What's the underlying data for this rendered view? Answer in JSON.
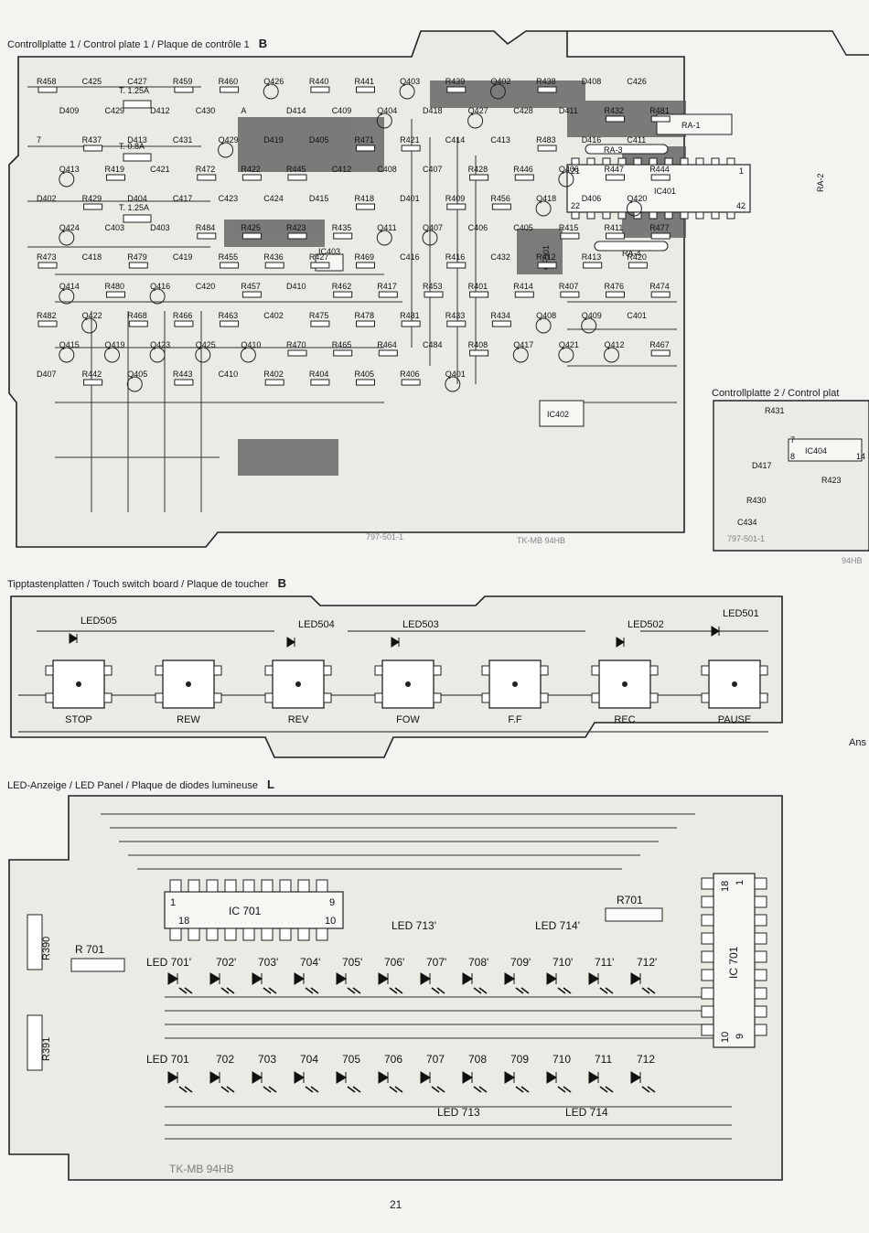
{
  "captions": {
    "control_plate_1": "Controllplatte 1 / Control plate 1 / Plaque de contrôle 1",
    "control_plate_1_letter": "B",
    "control_plate_2": "Controllplatte 2 / Control plat",
    "touch_board": "Tipptastenplatten / Touch switch board / Plaque de toucher",
    "touch_board_letter": "B",
    "led_panel": "LED-Anzeige / LED Panel / Plaque de diodes lumineuse",
    "led_panel_letter": "L",
    "right_cut": "Ans"
  },
  "control_plate_1": {
    "fuses": [
      "T. 1.25A",
      "T. 0.8A",
      "T. 1.25A"
    ],
    "ics": [
      "IC401",
      "IC402",
      "IC403"
    ],
    "relays": [
      "RA-1",
      "RA-3",
      "RA-4",
      "RA-2"
    ],
    "ic401_pins": [
      "21",
      "1",
      "22",
      "42"
    ],
    "cf": "CF501",
    "components": [
      "R458",
      "C425",
      "C427",
      "R459",
      "R460",
      "Q426",
      "R440",
      "R441",
      "Q403",
      "R439",
      "Q402",
      "R438",
      "D408",
      "C426",
      "D409",
      "C429",
      "D412",
      "C430",
      "A",
      "D414",
      "C409",
      "Q404",
      "D418",
      "Q427",
      "C428",
      "D411",
      "R432",
      "R481",
      "7",
      "R437",
      "D413",
      "C431",
      "Q429",
      "D419",
      "D405",
      "R471",
      "R421",
      "C414",
      "C413",
      "R483",
      "D416",
      "C411",
      "Q413",
      "R419",
      "C421",
      "R472",
      "R422",
      "R445",
      "C412",
      "C408",
      "C407",
      "R428",
      "R446",
      "Q406",
      "R447",
      "R444",
      "D402",
      "R429",
      "D404",
      "C417",
      "C423",
      "C424",
      "D415",
      "R418",
      "D401",
      "R409",
      "R456",
      "Q418",
      "D406",
      "Q420",
      "Q424",
      "C403",
      "D403",
      "R484",
      "R425",
      "R423",
      "R435",
      "Q411",
      "Q407",
      "C406",
      "C405",
      "R415",
      "R411",
      "R477",
      "R473",
      "C418",
      "R479",
      "C419",
      "R455",
      "R436",
      "R427",
      "R469",
      "C416",
      "R416",
      "C432",
      "R412",
      "R413",
      "R420",
      "Q414",
      "R480",
      "Q416",
      "C420",
      "R457",
      "D410",
      "R462",
      "R417",
      "R453",
      "R401",
      "R414",
      "R407",
      "R476",
      "R474",
      "R482",
      "Q422",
      "R468",
      "R466",
      "R463",
      "C402",
      "R475",
      "R478",
      "R481",
      "R433",
      "R434",
      "Q408",
      "Q409",
      "C401",
      "Q415",
      "Q419",
      "Q423",
      "Q425",
      "Q410",
      "R470",
      "R465",
      "R464",
      "C484",
      "R408",
      "Q417",
      "Q421",
      "Q412",
      "R467",
      "D407",
      "R442",
      "Q405",
      "R443",
      "C410",
      "R402",
      "R404",
      "R405",
      "R406",
      "Q401"
    ],
    "board_marking": "797-501-1",
    "board_marking_2": "TK-MB 94HB"
  },
  "control_plate_2": {
    "components": [
      "R431",
      "IC404",
      "D417",
      "R423",
      "R430",
      "C434",
      "8",
      "7",
      "14"
    ],
    "board_marking": "797-501-1",
    "board_marking_2": "94HB"
  },
  "touch_board": {
    "leds": [
      "LED505",
      "LED504",
      "LED503",
      "LED502",
      "LED501"
    ],
    "switches": [
      "STOP",
      "REW",
      "REV",
      "FOW",
      "F.F",
      "REC",
      "PAUSE"
    ]
  },
  "led_panel": {
    "ic_label": "IC 701",
    "ic_pins": [
      "1",
      "18",
      "9",
      "10"
    ],
    "ic_vertical_label": "IC 701",
    "ic_vertical_pins": [
      "18",
      "1",
      "10",
      "9"
    ],
    "resistors": [
      "R390",
      "R391",
      "R 701",
      "R701"
    ],
    "top_leds": [
      "LED 701'",
      "702'",
      "703'",
      "704'",
      "705'",
      "706'",
      "707'",
      "708'",
      "709'",
      "710'",
      "711'",
      "712'"
    ],
    "top_extra": [
      "LED 713'",
      "LED 714'"
    ],
    "bottom_leds": [
      "LED 701",
      "702",
      "703",
      "704",
      "705",
      "706",
      "707",
      "708",
      "709",
      "710",
      "711",
      "712"
    ],
    "bottom_extra": [
      "LED 713",
      "LED 714"
    ],
    "board_marking": "TK-MB 94HB"
  },
  "page_number": "21"
}
